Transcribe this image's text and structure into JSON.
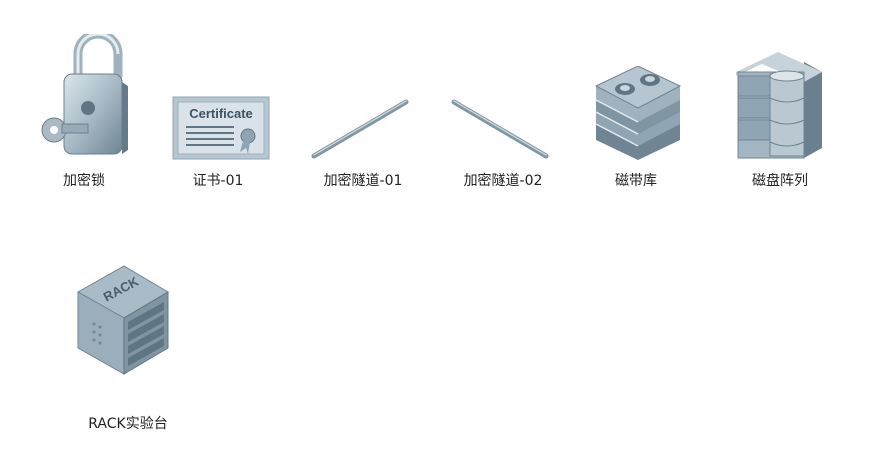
{
  "items": [
    {
      "label": "加密锁",
      "icon": "lock-icon"
    },
    {
      "label": "证书-01",
      "icon": "certificate-icon",
      "caption": "Certificate"
    },
    {
      "label": "加密隧道-01",
      "icon": "tunnel-line-icon"
    },
    {
      "label": "加密隧道-02",
      "icon": "tunnel-line-icon"
    },
    {
      "label": "磁带库",
      "icon": "tape-library-icon"
    },
    {
      "label": "磁盘阵列",
      "icon": "disk-array-icon"
    },
    {
      "label": "RACK实验台",
      "icon": "rack-server-icon",
      "caption": "RACK"
    }
  ],
  "colors": {
    "metal_light": "#c9d6de",
    "metal_mid": "#8fa5b3",
    "metal_dark": "#5f7584",
    "line": "#7f95a2"
  }
}
